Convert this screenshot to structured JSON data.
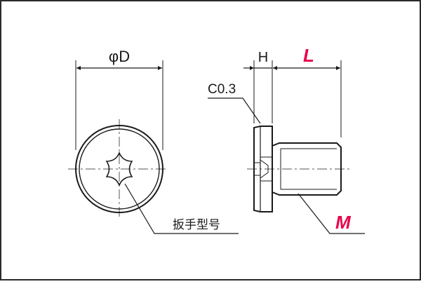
{
  "labels": {
    "diameter": "φD",
    "head_height": "H",
    "length": "L",
    "chamfer": "C0.3",
    "thread": "M",
    "wrench_type": "扳手型号"
  },
  "colors": {
    "frame": "#2a2a2a",
    "line": "#1a1a1a",
    "center_line": "#555555",
    "accent_red": "#e8004a",
    "background": "#ffffff"
  }
}
